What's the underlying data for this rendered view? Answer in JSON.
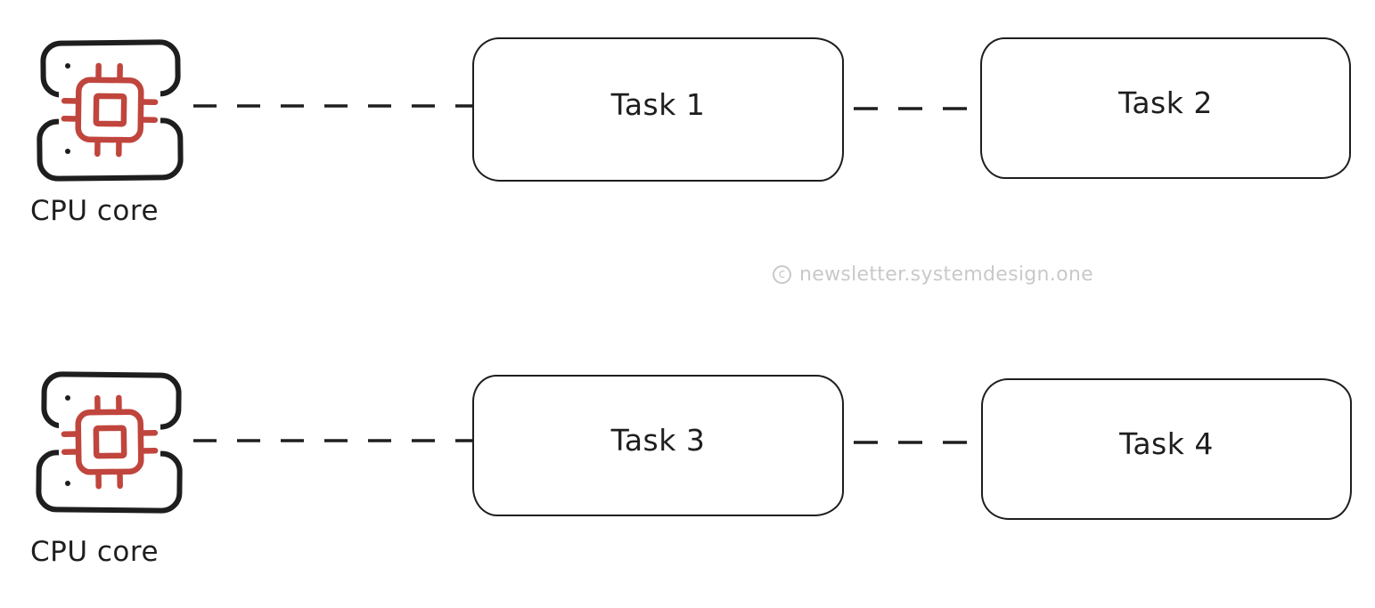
{
  "diagram": {
    "background_color": "#ffffff",
    "stroke_color": "#1e1e1e",
    "chip_color": "#c0453d",
    "watermark_color": "#c9c9c9",
    "rows": [
      {
        "cpu_label": "CPU core",
        "tasks": [
          {
            "label": "Task 1"
          },
          {
            "label": "Task 2"
          }
        ]
      },
      {
        "cpu_label": "CPU core",
        "tasks": [
          {
            "label": "Task 3"
          },
          {
            "label": "Task 4"
          }
        ]
      }
    ],
    "watermark": {
      "symbol": "c",
      "text": "newsletter.systemdesign.one"
    }
  }
}
